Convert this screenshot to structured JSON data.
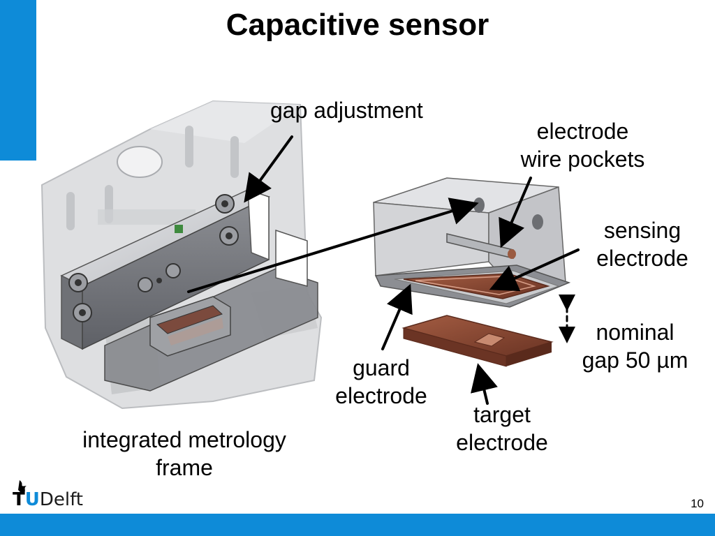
{
  "slide": {
    "title": "Capacitive sensor",
    "page_number": "10"
  },
  "labels": {
    "gap_adjustment": "gap adjustment",
    "electrode_wire_pockets_1": "electrode",
    "electrode_wire_pockets_2": "wire pockets",
    "sensing_electrode_1": "sensing",
    "sensing_electrode_2": "electrode",
    "nominal_gap_1": "nominal",
    "nominal_gap_2": "gap 50 µm",
    "guard_electrode_1": "guard",
    "guard_electrode_2": "electrode",
    "target_electrode_1": "target",
    "target_electrode_2": "electrode",
    "metrology_frame_1": "integrated metrology",
    "metrology_frame_2": "frame"
  },
  "logo": {
    "t": "T",
    "u": "U",
    "delft": "Delft"
  },
  "colors": {
    "accent_blue": "#0e8bd8",
    "copper": "#8a4a36",
    "steel": "#c8c9cc"
  }
}
